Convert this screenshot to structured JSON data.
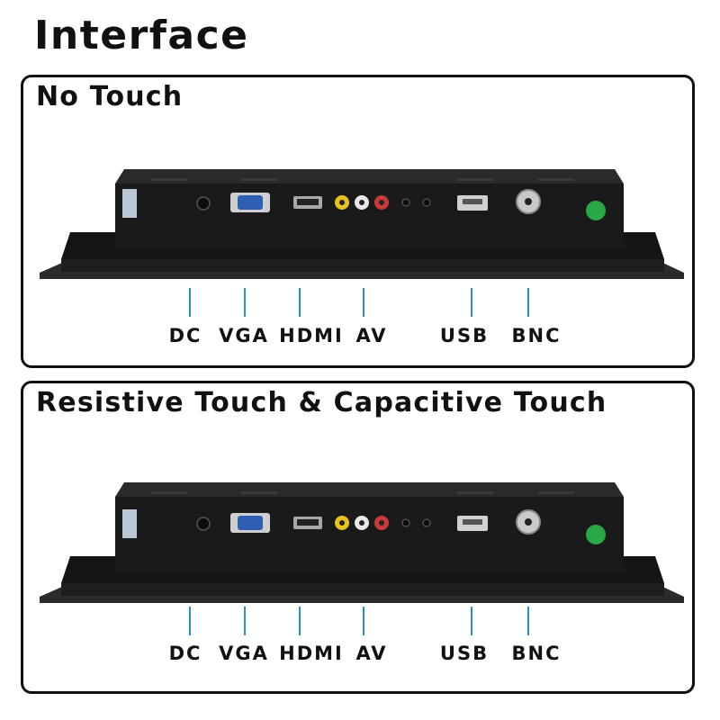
{
  "page_title": "Interface",
  "sections": [
    {
      "title": "No Touch",
      "ports": [
        "DC",
        "VGA",
        "HDMI",
        "AV",
        "USB",
        "BNC"
      ]
    },
    {
      "title": "Resistive Touch & Capacitive Touch",
      "ports": [
        "DC",
        "VGA",
        "HDMI",
        "AV",
        "USB",
        "BNC"
      ]
    }
  ],
  "colors": {
    "connector_line": "#2a8fd0",
    "panel": "#1b1b1b",
    "badge": "#2aa845"
  }
}
